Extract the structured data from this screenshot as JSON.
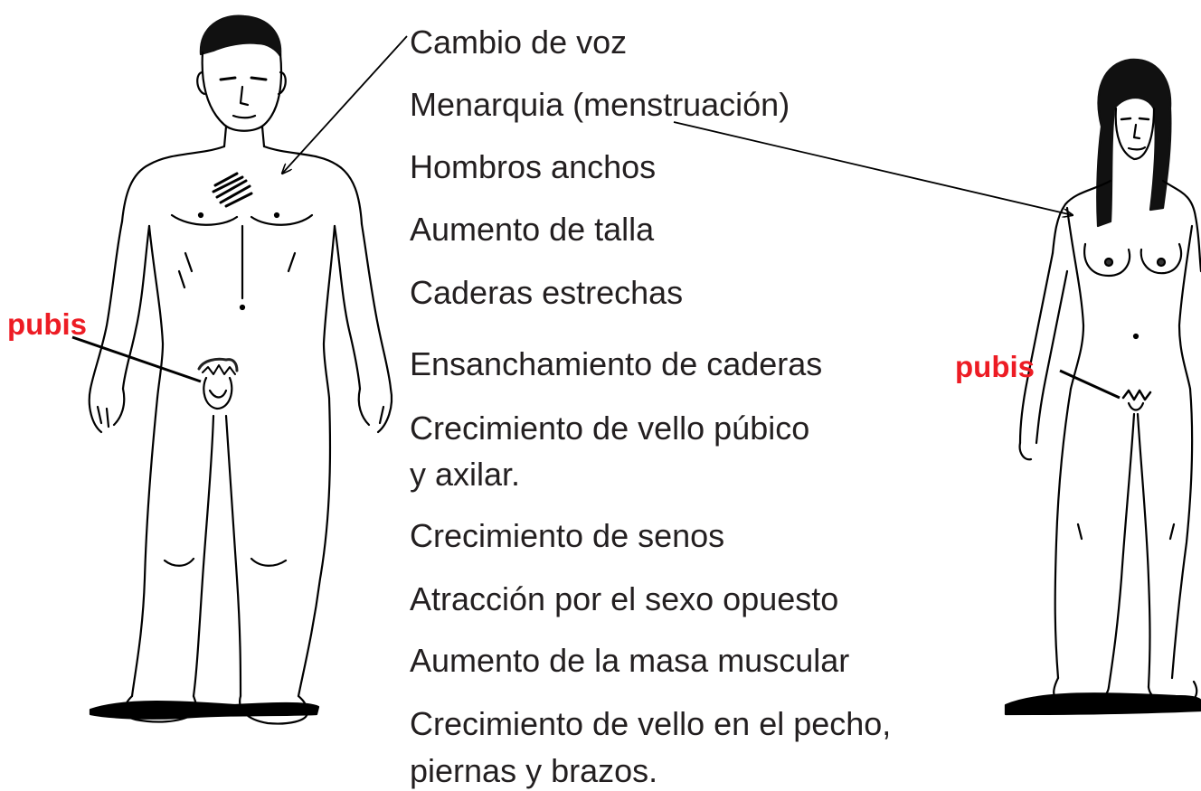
{
  "items": [
    "Cambio de voz",
    "Menarquia (menstruación)",
    "Hombros anchos",
    "Aumento de talla",
    "Caderas estrechas",
    "Ensanchamiento de caderas",
    "Crecimiento de vello púbico",
    "y axilar.",
    "Crecimiento de senos",
    "Atracción por el sexo opuesto",
    "Aumento de la masa muscular",
    "Crecimiento de vello en el pecho,",
    "piernas y brazos."
  ],
  "male": {
    "pubis_label": "pubis"
  },
  "female": {
    "pubis_label": "pubis"
  },
  "colors": {
    "text": "#231f20",
    "label": "#ed1c24",
    "line": "#000000"
  }
}
